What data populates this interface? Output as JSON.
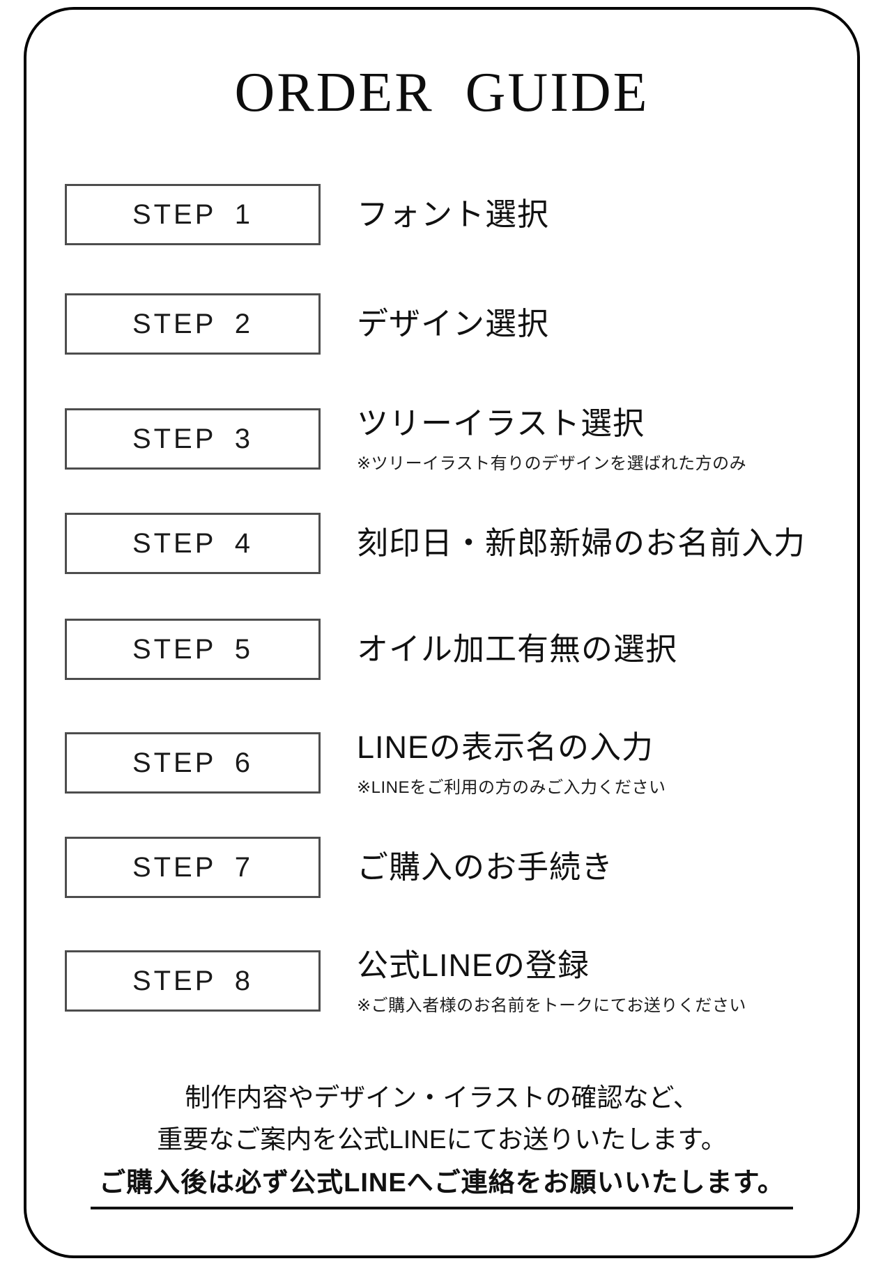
{
  "title": "ORDER GUIDE",
  "steps": [
    {
      "label": "STEP 1",
      "title": "フォント選択"
    },
    {
      "label": "STEP 2",
      "title": "デザイン選択"
    },
    {
      "label": "STEP 3",
      "title": "ツリーイラスト選択",
      "note": "※ツリーイラスト有りのデザインを選ばれた方のみ"
    },
    {
      "label": "STEP 4",
      "title": "刻印日・新郎新婦のお名前入力"
    },
    {
      "label": "STEP 5",
      "title": "オイル加工有無の選択"
    },
    {
      "label": "STEP 6",
      "title": "LINEの表示名の入力",
      "note": "※LINEをご利用の方のみご入力ください"
    },
    {
      "label": "STEP 7",
      "title": "ご購入のお手続き"
    },
    {
      "label": "STEP 8",
      "title": "公式LINEの登録",
      "note": "※ご購入者様のお名前をトークにてお送りください"
    }
  ],
  "footer": {
    "line1": "制作内容やデザイン・イラストの確認など、",
    "line2": "重要なご案内を公式LINEにてお送りいたします。",
    "line3": "ご購入後は必ず公式LINEへご連絡をお願いいたします。"
  },
  "colors": {
    "text": "#111111",
    "step_box_border": "#4d4d4d",
    "outer_border": "#000000",
    "background": "#ffffff"
  }
}
